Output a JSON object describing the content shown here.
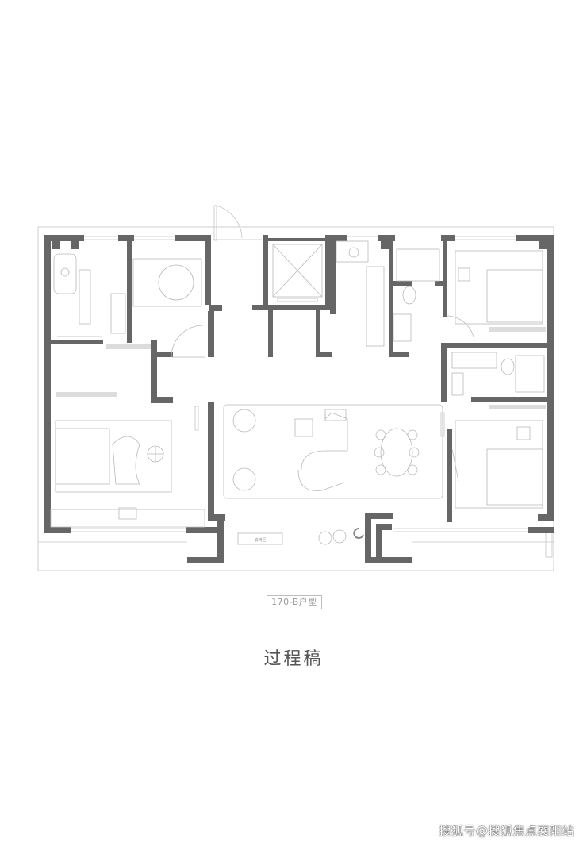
{
  "drawing": {
    "unit_label": "170-B户型",
    "caption": "过程稿",
    "furniture_label": "躺椅区"
  },
  "watermark": "搜狐号@搜狐焦点襄阳站"
}
